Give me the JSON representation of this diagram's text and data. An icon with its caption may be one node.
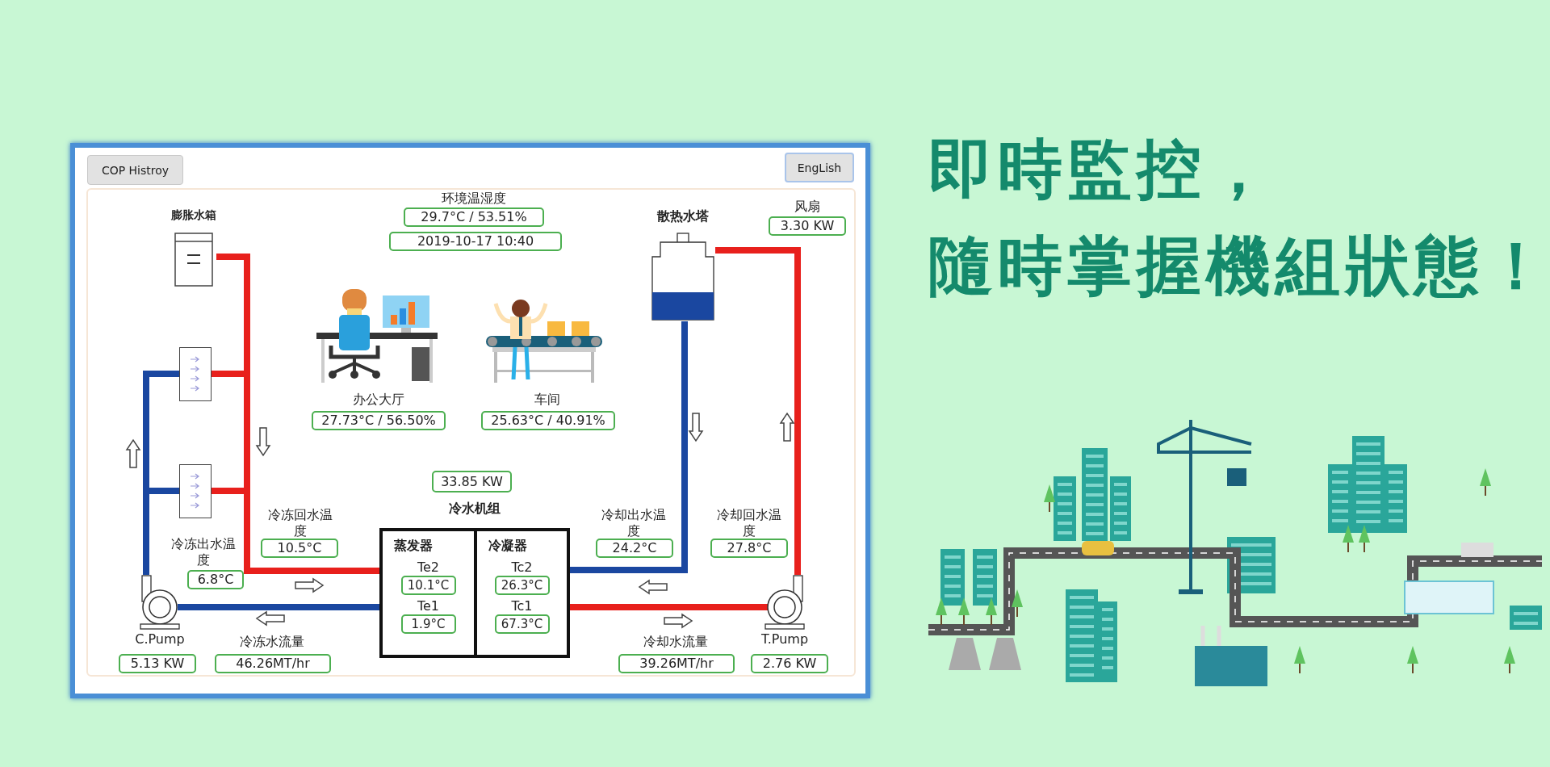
{
  "diagram": {
    "title": "即時監控，隨時掌握機組狀態！",
    "nodes": [
      {
        "text": [
          "膨胀水箱"
        ]
      },
      {
        "text": [],
        "shape": "box"
      },
      {
        "text": [],
        "shape": "box"
      },
      {
        "text": [
          "散热水塔"
        ]
      },
      {
        "text": [
          "冷水机组"
        ],
        "beside": [
          "33.85 KW"
        ]
      },
      {
        "text": [
          "蒸发器",
          "Te2",
          "10.1°C",
          "Te1",
          "1.9°C"
        ],
        "in": 4
      },
      {
        "text": [
          "冷凝器",
          "Tc2",
          "26.3°C",
          "Tc1",
          "67.3°C"
        ],
        "in": 4
      },
      {
        "text": [
          "C.Pump"
        ],
        "beside": [
          "5.13 KW"
        ]
      },
      {
        "text": [
          "T.Pump"
        ],
        "beside": [
          "2.76 KW"
        ]
      }
    ],
    "edges": [
      {
        "from": 0,
        "to": 5,
        "arrow": "none",
        "color": "#e8201c"
      },
      {
        "from": 1,
        "to": 5,
        "arrow": "none",
        "color": "#e8201c"
      },
      {
        "from": 2,
        "to": 5,
        "arrow": "none",
        "color": "#e8201c"
      },
      {
        "from": 5,
        "to": 7,
        "arrow": "none",
        "color": "#1a47a0"
      },
      {
        "from": 7,
        "to": 1,
        "arrow": "none",
        "color": "#1a47a0"
      },
      {
        "from": 7,
        "to": 2,
        "arrow": "none",
        "color": "#1a47a0"
      },
      {
        "from": 6,
        "to": 3,
        "arrow": "none",
        "color": "#1a47a0"
      },
      {
        "from": 3,
        "to": 8,
        "arrow": "none",
        "color": "#e8201c"
      },
      {
        "from": 8,
        "to": 6,
        "arrow": "none",
        "color": "#e8201c"
      }
    ],
    "labels": [
      "COP Histroy",
      "EngLish",
      "环境温湿度",
      "29.7°C / 53.51%",
      "2019-10-17 10:40",
      "风扇",
      "3.30 KW",
      "办公大厅",
      "27.73°C / 56.50%",
      "车间",
      "25.63°C / 40.91%",
      "冷冻回水温度",
      "10.5°C",
      "冷冻出水温度",
      "6.8°C",
      "冷冻水流量",
      "46.26MT/hr",
      "冷却出水温度",
      "24.2°C",
      "冷却回水温度",
      "27.8°C",
      "冷却水流量",
      "39.26MT/hr"
    ]
  }
}
